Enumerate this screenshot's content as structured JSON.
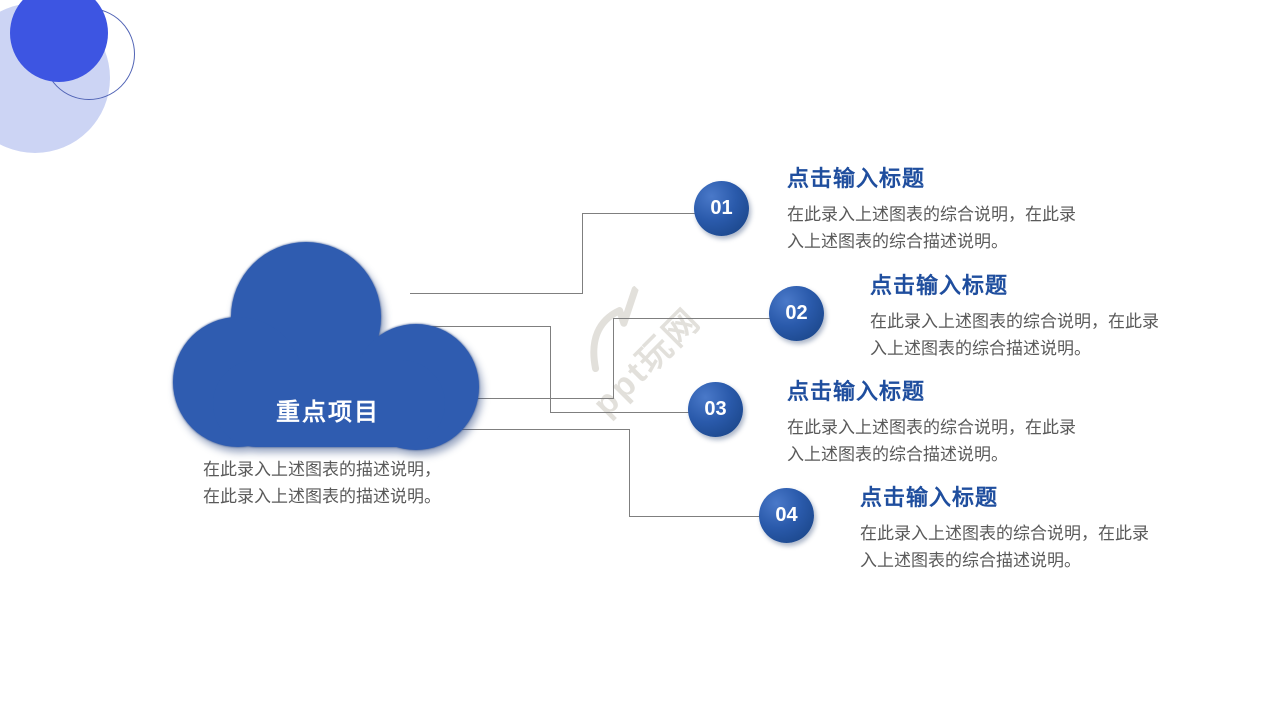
{
  "slide": {
    "watermark": "ppt玩网"
  },
  "cloud": {
    "label": "重点项目",
    "description": "在此录入上述图表的描述说明，在此录入上述图表的描述说明。"
  },
  "items": [
    {
      "number": "01",
      "title": "点击输入标题",
      "desc": "在此录入上述图表的综合说明，在此录入上述图表的综合描述说明。"
    },
    {
      "number": "02",
      "title": "点击输入标题",
      "desc": "在此录入上述图表的综合说明，在此录入上述图表的综合描述说明。"
    },
    {
      "number": "03",
      "title": "点击输入标题",
      "desc": "在此录入上述图表的综合说明，在此录入上述图表的综合描述说明。"
    },
    {
      "number": "04",
      "title": "点击输入标题",
      "desc": "在此录入上述图表的综合说明，在此录入上述图表的综合描述说明。"
    }
  ],
  "colors": {
    "cloud_blue": "#2f5cb0",
    "title_blue": "#1f4e9e",
    "body_gray": "#595959",
    "line_gray": "#7f7f7f",
    "circle_dark": "#16407f",
    "circle_light": "#4a79c9",
    "decor_solid_blue": "#3d55e2",
    "decor_pale_blue": "#ccd4f4"
  }
}
